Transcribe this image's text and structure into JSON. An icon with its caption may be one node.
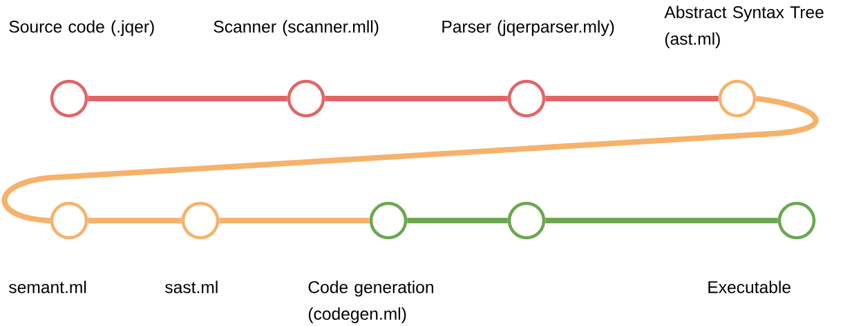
{
  "diagram": {
    "nodes": [
      {
        "text": [],
        "shape": "circle",
        "beside": [
          "Source code (.jqer)"
        ]
      },
      {
        "text": [],
        "shape": "circle",
        "beside": [
          "Scanner (scanner.mll)"
        ]
      },
      {
        "text": [],
        "shape": "circle",
        "beside": [
          "Parser (jqerparser.mly)"
        ]
      },
      {
        "text": [],
        "shape": "circle",
        "beside": [
          "Abstract Syntax Tree (ast.ml)"
        ]
      },
      {
        "text": [],
        "shape": "circle",
        "beside": [
          "semant.ml"
        ]
      },
      {
        "text": [],
        "shape": "circle",
        "beside": [
          "sast.ml"
        ]
      },
      {
        "text": [],
        "shape": "circle",
        "beside": [
          "Code generation (codegen.ml)"
        ]
      },
      {
        "text": [],
        "shape": "circle"
      },
      {
        "text": [],
        "shape": "circle",
        "beside": [
          "Executable"
        ]
      }
    ],
    "edges": [
      {
        "from": 0,
        "to": 1,
        "arrow": "none",
        "color": "#e06666"
      },
      {
        "from": 1,
        "to": 2,
        "arrow": "none",
        "color": "#e06666"
      },
      {
        "from": 2,
        "to": 3,
        "arrow": "none",
        "color": "#e06666"
      },
      {
        "from": 3,
        "to": 4,
        "arrow": "none",
        "color": "#f6b26b"
      },
      {
        "from": 4,
        "to": 5,
        "arrow": "none",
        "color": "#f6b26b"
      },
      {
        "from": 5,
        "to": 6,
        "arrow": "none",
        "color": "#f6b26b"
      },
      {
        "from": 6,
        "to": 7,
        "arrow": "none",
        "color": "#6aa84f"
      },
      {
        "from": 7,
        "to": 8,
        "arrow": "none",
        "color": "#6aa84f"
      }
    ]
  }
}
